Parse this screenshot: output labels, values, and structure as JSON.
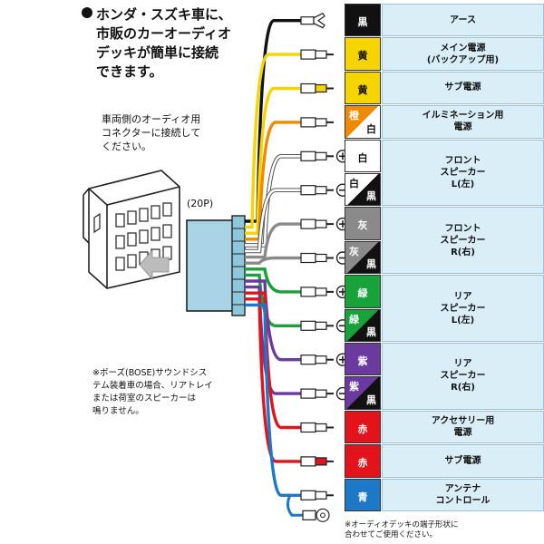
{
  "headline": [
    "ホンダ・スズキ車に、",
    "市販のカーオーディオ",
    "デッキが簡単に接続",
    "できます。"
  ],
  "instruction": [
    "車両側のオーディオ用",
    "コネクターに接続して",
    "ください。"
  ],
  "pin_label": "(20P)",
  "bose_note": [
    "※ボーズ(BOSE)サウンドシス",
    "テム装着車の場合、リアトレイ",
    "または荷室のスピーカーは",
    "鳴りません。"
  ],
  "terminal_note": [
    "※オーディオデッキの端子形状に",
    "合わせてご使用ください。"
  ],
  "colors": {
    "black": "#111111",
    "yellow": "#f5d400",
    "orange": "#f08a00",
    "white": "#ffffff",
    "gray": "#8a8a8a",
    "green": "#17a23a",
    "purple": "#6b3aa0",
    "red": "#e2131b",
    "blue": "#1e78c8",
    "panel": "#daeef8",
    "connector": "#a8d4e6"
  },
  "wires": [
    {
      "id": "ground",
      "label": "黒",
      "color": "black",
      "split": null,
      "polarity": null,
      "terminal": "fork"
    },
    {
      "id": "main-power",
      "label": "黄",
      "color": "yellow",
      "split": null,
      "polarity": null,
      "terminal": "plug"
    },
    {
      "id": "sub-power",
      "label": "黄",
      "color": "yellow",
      "split": null,
      "polarity": null,
      "terminal": "socket"
    },
    {
      "id": "illumination",
      "label_top": "橙",
      "label_bottom": "白",
      "color": "orange",
      "split": "white",
      "polarity": null,
      "terminal": "plug"
    },
    {
      "id": "front-left-plus",
      "label": "白",
      "color": "white",
      "split": null,
      "polarity": "+",
      "terminal": "plug"
    },
    {
      "id": "front-left-minus",
      "label_top": "白",
      "label_bottom": "黒",
      "color": "white",
      "split": "black",
      "polarity": "−",
      "terminal": "plug"
    },
    {
      "id": "front-right-plus",
      "label": "灰",
      "color": "gray",
      "split": null,
      "polarity": "+",
      "terminal": "plug"
    },
    {
      "id": "front-right-minus",
      "label_top": "灰",
      "label_bottom": "黒",
      "color": "gray",
      "split": "black",
      "polarity": "−",
      "terminal": "plug"
    },
    {
      "id": "rear-left-plus",
      "label": "緑",
      "color": "green",
      "split": null,
      "polarity": "+",
      "terminal": "plug"
    },
    {
      "id": "rear-left-minus",
      "label_top": "緑",
      "label_bottom": "黒",
      "color": "green",
      "split": "black",
      "polarity": "−",
      "terminal": "plug"
    },
    {
      "id": "rear-right-plus",
      "label": "紫",
      "color": "purple",
      "split": null,
      "polarity": "+",
      "terminal": "plug"
    },
    {
      "id": "rear-right-minus",
      "label_top": "紫",
      "label_bottom": "黒",
      "color": "purple",
      "split": "black",
      "polarity": "−",
      "terminal": "plug"
    },
    {
      "id": "accessory",
      "label": "赤",
      "color": "red",
      "split": null,
      "polarity": null,
      "terminal": "plug"
    },
    {
      "id": "sub-power-acc",
      "label": "赤",
      "color": "red",
      "split": null,
      "polarity": null,
      "terminal": "socket"
    },
    {
      "id": "antenna-control",
      "label": "青",
      "color": "blue",
      "split": null,
      "polarity": null,
      "terminal": "plug"
    }
  ],
  "descriptions": [
    {
      "id": "ground",
      "lines": [
        "アース"
      ],
      "span": 1
    },
    {
      "id": "main-power",
      "lines": [
        "メイン電源",
        "(バックアップ用)"
      ],
      "span": 1
    },
    {
      "id": "sub-power",
      "lines": [
        "サブ電源"
      ],
      "span": 1
    },
    {
      "id": "illumination",
      "lines": [
        "イルミネーション用",
        "電源"
      ],
      "span": 1
    },
    {
      "id": "front-left",
      "lines": [
        "フロント",
        "スピーカー",
        "L(左)"
      ],
      "span": 2
    },
    {
      "id": "front-right",
      "lines": [
        "フロント",
        "スピーカー",
        "R(右)"
      ],
      "span": 2
    },
    {
      "id": "rear-left",
      "lines": [
        "リア",
        "スピーカー",
        "L(左)"
      ],
      "span": 2
    },
    {
      "id": "rear-right",
      "lines": [
        "リア",
        "スピーカー",
        "R(右)"
      ],
      "span": 2
    },
    {
      "id": "accessory",
      "lines": [
        "アクセサリー用",
        "電源"
      ],
      "span": 1
    },
    {
      "id": "sub-power-acc",
      "lines": [
        "サブ電源"
      ],
      "span": 1
    },
    {
      "id": "antenna-control",
      "lines": [
        "アンテナ",
        "コントロール"
      ],
      "span": 1
    }
  ]
}
